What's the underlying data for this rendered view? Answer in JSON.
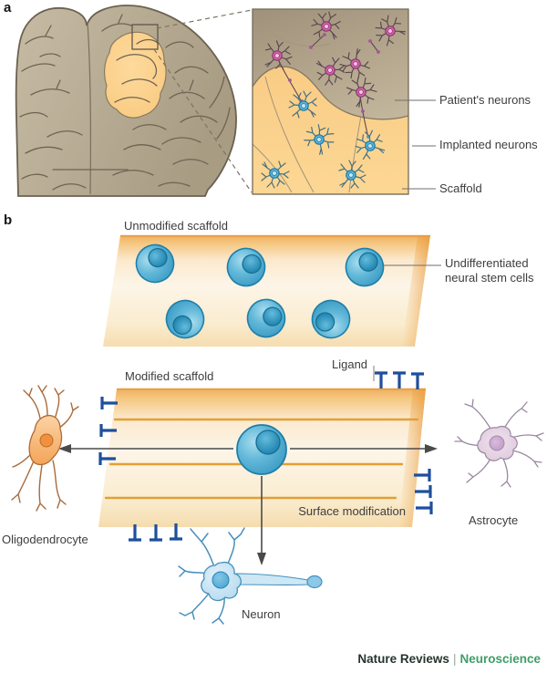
{
  "panel_a": {
    "label": "a",
    "labels": {
      "patients_neurons": "Patient's neurons",
      "implanted_neurons": "Implanted neurons",
      "scaffold": "Scaffold"
    }
  },
  "panel_b": {
    "label": "b",
    "unmodified_scaffold_title": "Unmodified scaffold",
    "stem_cells_label": "Undifferentiated neural stem cells",
    "modified_scaffold_title": "Modified scaffold",
    "ligand_label": "Ligand",
    "surface_modification_label": "Surface modification",
    "oligodendrocyte_label": "Oligodendrocyte",
    "astrocyte_label": "Astrocyte",
    "neuron_label": "Neuron"
  },
  "footer": {
    "journal": "Nature Reviews",
    "separator": "|",
    "title": "Neuroscience"
  },
  "colors": {
    "scaffold_orange": "#f0ae5f",
    "scaffold_cream": "#fdf5e8",
    "stem_cell_blue": "#4ba6cb",
    "patient_neuron_pink": "#d263a9",
    "implanted_neuron_blue": "#5bb3d8",
    "ligand_navy": "#1e4f9c",
    "matrix_line_orange": "#e39f35",
    "oligodendrocyte_orange": "#f4a459",
    "astrocyte_lavender": "#dcc6da",
    "neuron_body_blue": "#c6e3f4",
    "brain_taupe": "#b7ab93",
    "lesion_yellow": "#fbd48e",
    "accent_green": "#3f9e68"
  }
}
